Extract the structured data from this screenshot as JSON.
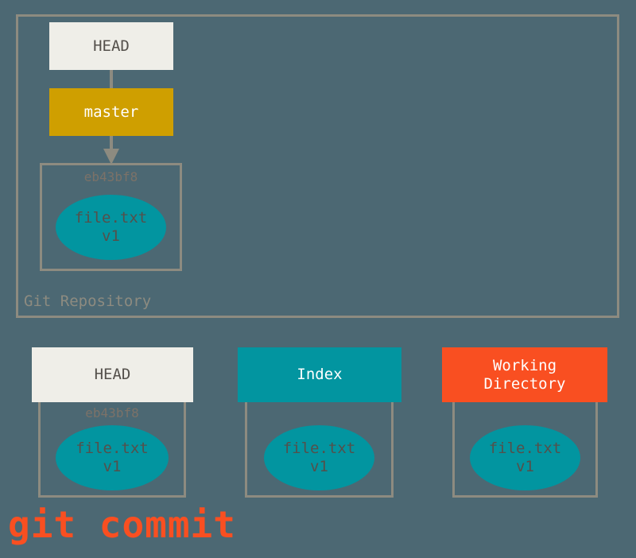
{
  "diagram": {
    "caption": "git commit",
    "repository": {
      "label": "Git Repository",
      "pointers": [
        {
          "name": "HEAD",
          "label": "HEAD",
          "style": "head"
        },
        {
          "name": "master",
          "label": "master",
          "style": "branch"
        }
      ],
      "commit": {
        "hash": "eb43bf8",
        "blob": "file.txt\nv1"
      },
      "connectors": [
        {
          "from": "HEAD",
          "to": "master",
          "arrowhead": false
        },
        {
          "from": "master",
          "to": "eb43bf8",
          "arrowhead": true
        }
      ]
    },
    "areas": [
      {
        "key": "head",
        "title": "HEAD",
        "hash": "eb43bf8",
        "blob": "file.txt\nv1"
      },
      {
        "key": "index",
        "title": "Index",
        "hash": "",
        "blob": "file.txt\nv1"
      },
      {
        "key": "working_directory",
        "title": "Working\nDirectory",
        "hash": "",
        "blob": "file.txt\nv1"
      }
    ]
  },
  "colors": {
    "background": "#4c6873",
    "frame_border": "#8d8b80",
    "head_box": "#efeee8",
    "head_text": "#54504b",
    "branch_box": "#cf9f00",
    "index_box": "#0295a0",
    "working_directory_box": "#f94f21",
    "blob": "#0295a0",
    "blob_text": "#54504b",
    "hash_text": "#7c7268",
    "caption_text": "#f94f21",
    "box_label_text": "#ffffff"
  }
}
